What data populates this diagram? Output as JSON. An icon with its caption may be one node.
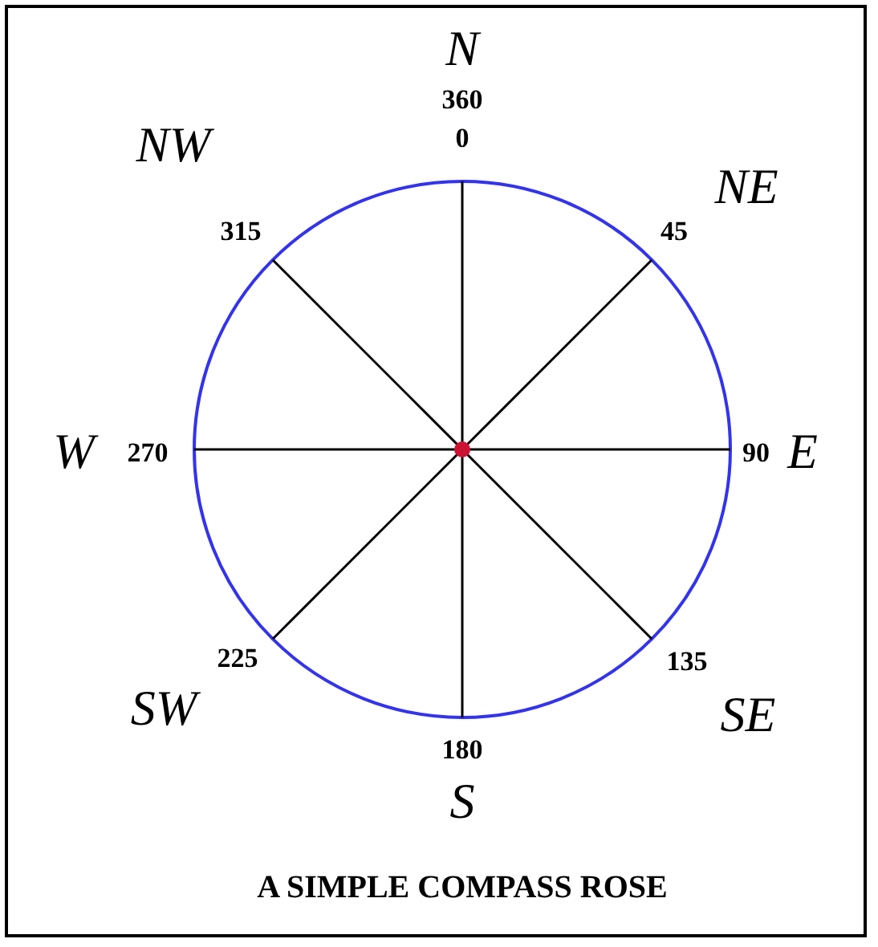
{
  "diagram": {
    "caption": "A SIMPLE COMPASS ROSE",
    "labels": [
      "N",
      "360",
      "0",
      "NW",
      "NE",
      "315",
      "45",
      "W",
      "270",
      "90",
      "E",
      "225",
      "135",
      "SW",
      "SE",
      "180",
      "S"
    ]
  }
}
